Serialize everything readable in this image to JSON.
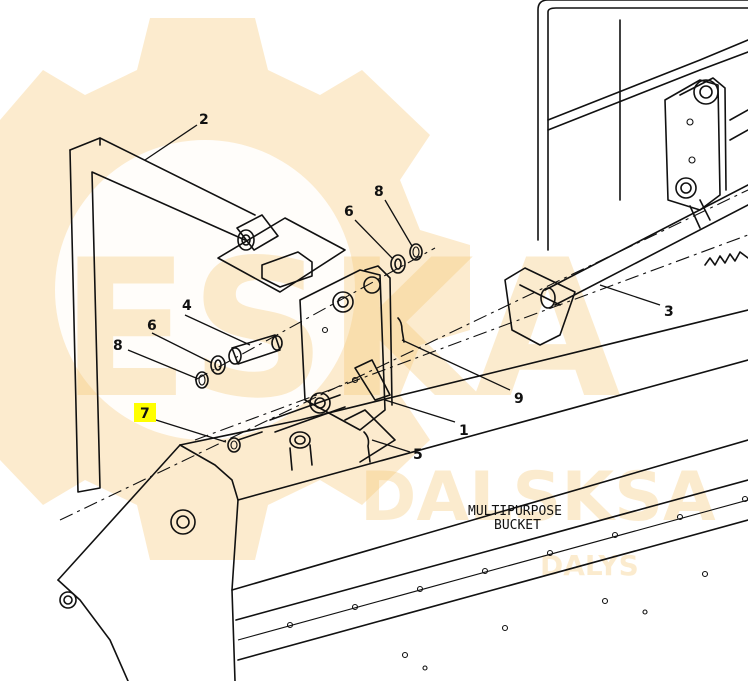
{
  "watermark": {
    "main_text": "ESKA",
    "sub_text": "DALSKSA",
    "small_text": "DALYS",
    "color": "#f5c36a"
  },
  "label": {
    "line1": "MULTIPURPOSE",
    "line2": "BUCKET"
  },
  "callouts": [
    {
      "id": "1",
      "text": "1"
    },
    {
      "id": "2",
      "text": "2"
    },
    {
      "id": "3",
      "text": "3"
    },
    {
      "id": "4",
      "text": "4"
    },
    {
      "id": "5",
      "text": "5"
    },
    {
      "id": "6a",
      "text": "6"
    },
    {
      "id": "6b",
      "text": "6"
    },
    {
      "id": "7",
      "text": "7",
      "highlight": "#ffff00"
    },
    {
      "id": "8a",
      "text": "8"
    },
    {
      "id": "8b",
      "text": "8"
    },
    {
      "id": "9",
      "text": "9"
    }
  ]
}
